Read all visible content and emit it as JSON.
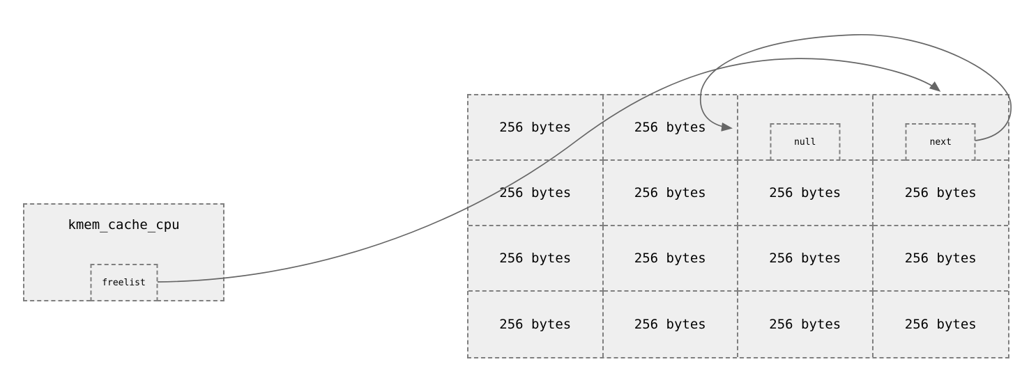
{
  "cache_box": {
    "title": "kmem_cache_cpu",
    "pointer_label": "freelist"
  },
  "slab_grid": {
    "cells": [
      {
        "label": "256 bytes",
        "type": "object"
      },
      {
        "label": "256 bytes",
        "type": "object"
      },
      {
        "label": "null",
        "type": "pointer"
      },
      {
        "label": "next",
        "type": "pointer"
      },
      {
        "label": "256 bytes",
        "type": "object"
      },
      {
        "label": "256 bytes",
        "type": "object"
      },
      {
        "label": "256 bytes",
        "type": "object"
      },
      {
        "label": "256 bytes",
        "type": "object"
      },
      {
        "label": "256 bytes",
        "type": "object"
      },
      {
        "label": "256 bytes",
        "type": "object"
      },
      {
        "label": "256 bytes",
        "type": "object"
      },
      {
        "label": "256 bytes",
        "type": "object"
      },
      {
        "label": "256 bytes",
        "type": "object"
      },
      {
        "label": "256 bytes",
        "type": "object"
      },
      {
        "label": "256 bytes",
        "type": "object"
      },
      {
        "label": "256 bytes",
        "type": "object"
      }
    ]
  },
  "colors": {
    "box_fill": "#efefef",
    "dash_border": "#7f7f7f",
    "arrow": "#666666",
    "text": "#000000"
  }
}
